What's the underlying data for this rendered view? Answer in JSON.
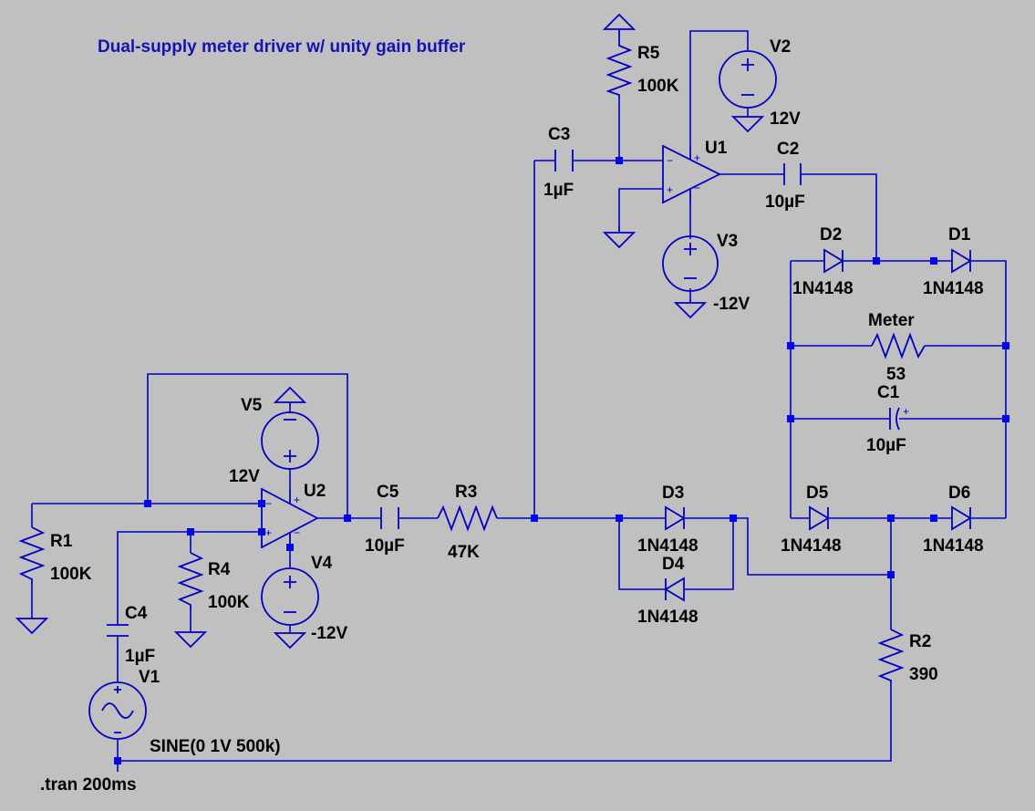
{
  "title": "Dual-supply meter driver w/ unity gain buffer",
  "directive": ".tran 200ms",
  "colors": {
    "background": "#c0c0c0",
    "wire": "#0000c8",
    "junction": "#0000ff",
    "text": "#000000",
    "title": "#1414b4"
  },
  "components": {
    "R5": {
      "ref": "R5",
      "value": "100K"
    },
    "V2": {
      "ref": "V2",
      "value": "12V"
    },
    "C3": {
      "ref": "C3",
      "value": "1µF"
    },
    "U1": {
      "ref": "U1"
    },
    "C2": {
      "ref": "C2",
      "value": "10µF"
    },
    "V3": {
      "ref": "V3",
      "value": "-12V"
    },
    "D2": {
      "ref": "D2",
      "value": "1N4148"
    },
    "D1": {
      "ref": "D1",
      "value": "1N4148"
    },
    "Meter": {
      "ref": "Meter",
      "value": "53"
    },
    "C1": {
      "ref": "C1",
      "value": "10µF"
    },
    "V5": {
      "ref": "V5",
      "value": "12V"
    },
    "U2": {
      "ref": "U2"
    },
    "C5": {
      "ref": "C5",
      "value": "10µF"
    },
    "R3": {
      "ref": "R3",
      "value": "47K"
    },
    "D3": {
      "ref": "D3",
      "value": "1N4148"
    },
    "D4": {
      "ref": "D4",
      "value": "1N4148"
    },
    "D5": {
      "ref": "D5",
      "value": "1N4148"
    },
    "D6": {
      "ref": "D6",
      "value": "1N4148"
    },
    "R1": {
      "ref": "R1",
      "value": "100K"
    },
    "R4": {
      "ref": "R4",
      "value": "100K"
    },
    "V4": {
      "ref": "V4",
      "value": "-12V"
    },
    "C4": {
      "ref": "C4",
      "value": "1µF"
    },
    "V1": {
      "ref": "V1",
      "value": "SINE(0 1V 500k)"
    },
    "R2": {
      "ref": "R2",
      "value": "390"
    }
  },
  "pin_marks": {
    "plus": "+",
    "minus": "−"
  }
}
